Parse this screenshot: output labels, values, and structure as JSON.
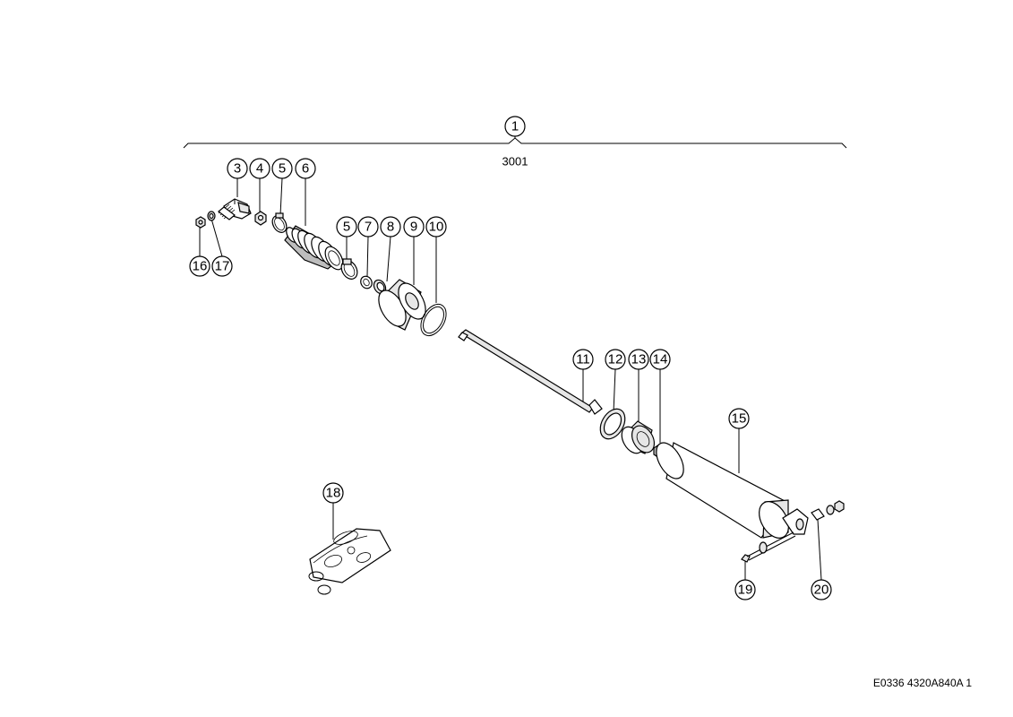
{
  "assembly": {
    "number": "1",
    "code": "3001"
  },
  "callouts": {
    "c1": "1",
    "c3": "3",
    "c4": "4",
    "c5a": "5",
    "c6": "6",
    "c5b": "5",
    "c7": "7",
    "c8": "8",
    "c9": "9",
    "c10": "10",
    "c11": "11",
    "c12": "12",
    "c13": "13",
    "c14": "14",
    "c15": "15",
    "c16": "16",
    "c17": "17",
    "c18": "18",
    "c19": "19",
    "c20": "20"
  },
  "footer": {
    "reference": "E0336 4320A840A 1"
  }
}
